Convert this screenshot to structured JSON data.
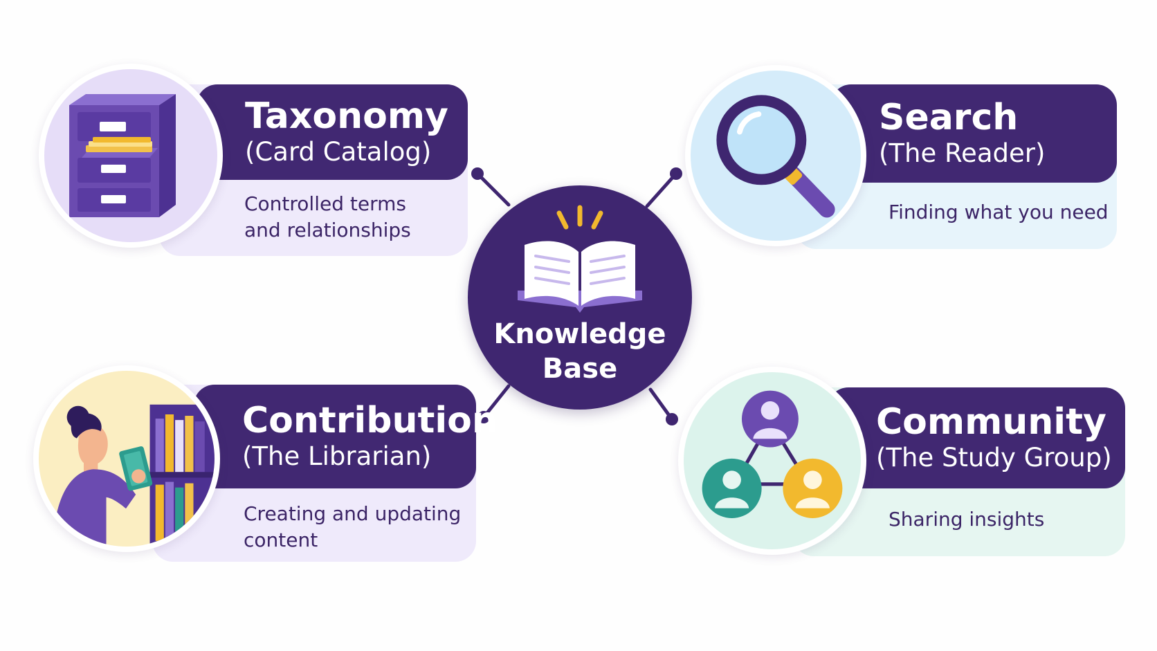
{
  "hub": {
    "label_line1": "Knowledge",
    "label_line2": "Base",
    "icon": "open-book-icon"
  },
  "modules": {
    "taxonomy": {
      "title": "Taxonomy",
      "subtitle": "(Card Catalog)",
      "description_line1": "Controlled terms",
      "description_line2": "and relationships",
      "icon": "file-cabinet-icon"
    },
    "search": {
      "title": "Search",
      "subtitle": "(The Reader)",
      "description_line1": "Finding what you need",
      "icon": "magnifying-glass-icon"
    },
    "contribution": {
      "title": "Contribution",
      "subtitle": "(The Librarian)",
      "description_line1": "Creating and updating",
      "description_line2": "content",
      "icon": "librarian-reading-icon"
    },
    "community": {
      "title": "Community",
      "subtitle": "(The Study Group)",
      "description_line1": "Sharing insights",
      "icon": "user-group-icon"
    }
  },
  "colors": {
    "band": "#412872",
    "hub": "#3f2670",
    "accent_purple": "#6b4bb0",
    "accent_gold": "#f2b92e",
    "accent_teal": "#2c9c8e",
    "panel_taxonomy": "#efeafb",
    "panel_search": "#e7f4fb",
    "panel_contribution": "#efeafb",
    "panel_community": "#e6f6f1"
  }
}
